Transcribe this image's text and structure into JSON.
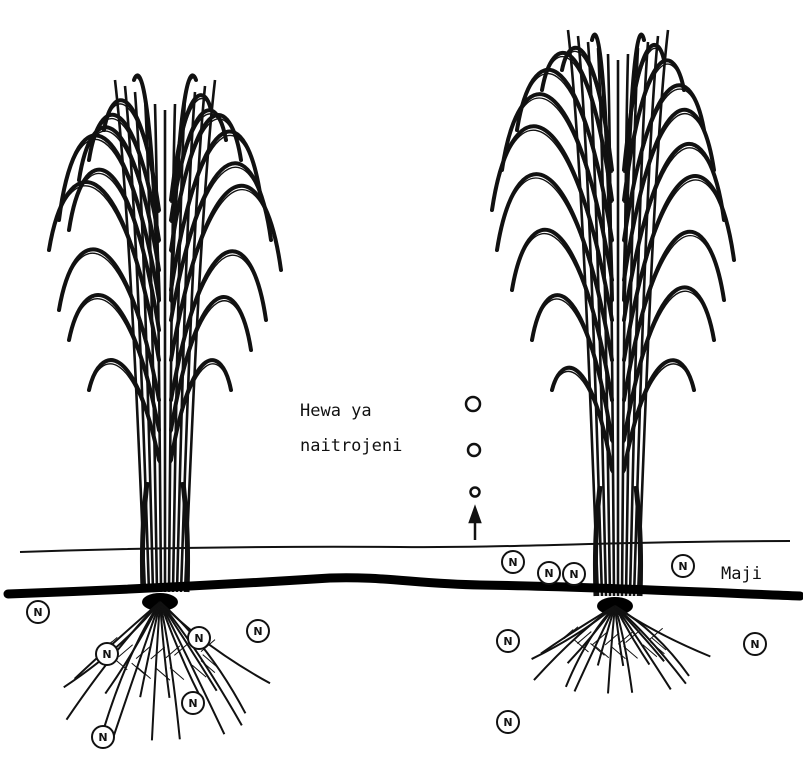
{
  "labels": {
    "nitrogen_gas_line1": "Hewa ya",
    "nitrogen_gas_line2": "naitrojeni",
    "water": "Maji"
  },
  "nitrogen_symbol": "N",
  "colors": {
    "ink": "#111111",
    "paper": "#ffffff"
  }
}
